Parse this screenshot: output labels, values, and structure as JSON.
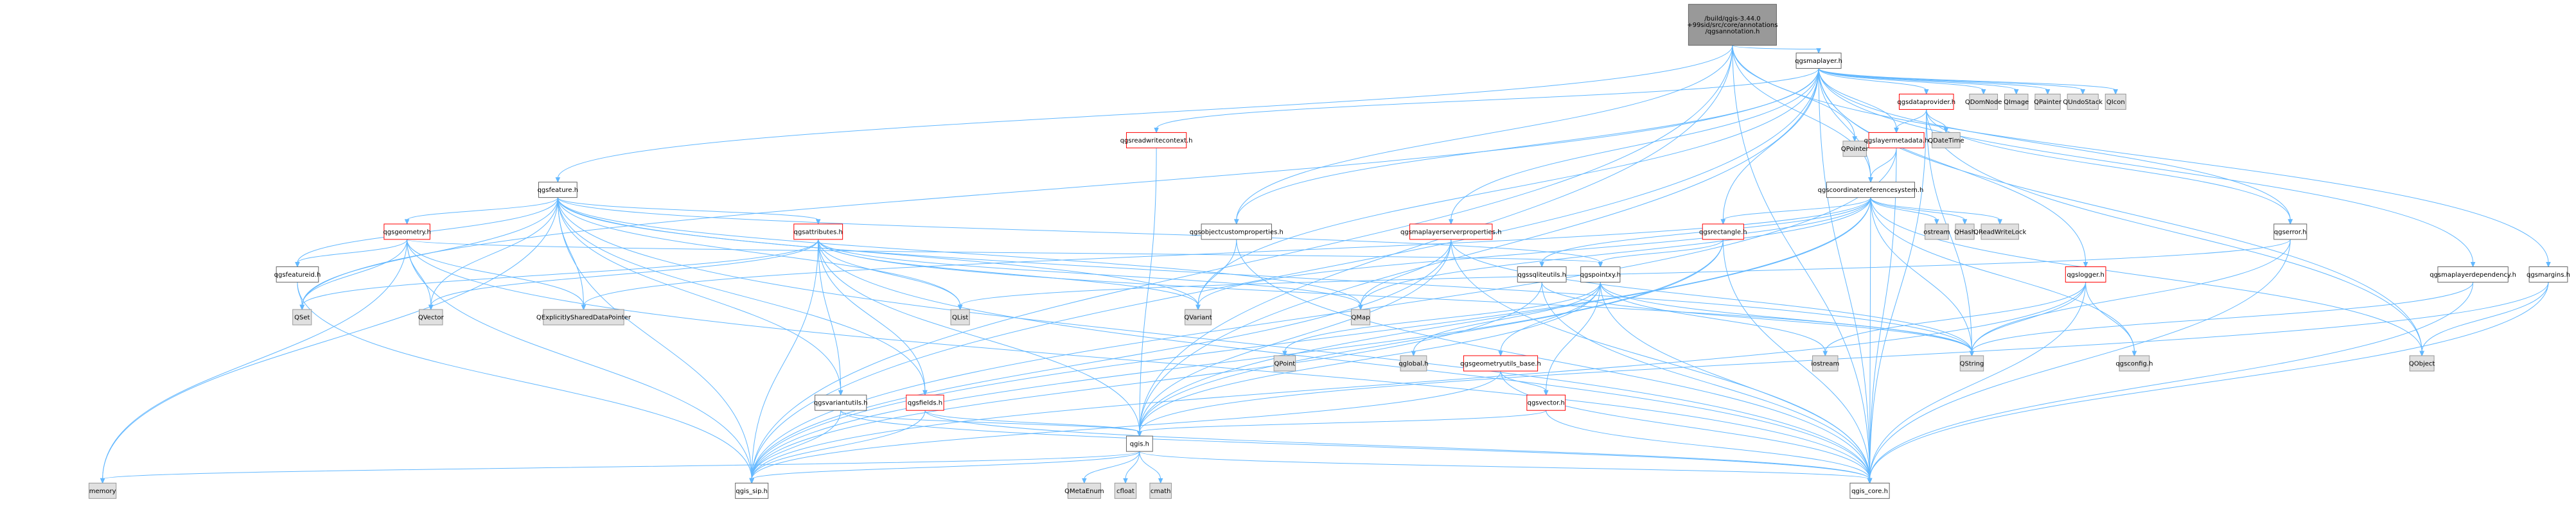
{
  "diagram": {
    "type": "include-dependency-graph",
    "colors": {
      "edge": "#63b8ff",
      "root_fill": "#999999",
      "root_border": "#666666",
      "node_fill": "#ffffff",
      "node_border": "#666666",
      "node_red_border": "#ff0000",
      "external_fill": "#e0e0e0",
      "external_border": "#999999"
    },
    "nodes": [
      {
        "id": "root",
        "lines": [
          "/build/qgis-3.44.0",
          "+99sid/src/core/annotations",
          "/qgsannotation.h"
        ],
        "style": "root"
      },
      {
        "id": "qgsmaplayer",
        "lines": [
          "qgsmaplayer.h"
        ],
        "style": "normal"
      },
      {
        "id": "qpointer",
        "lines": [
          "QPointer"
        ],
        "style": "external"
      },
      {
        "id": "qgsdataprovider",
        "lines": [
          "qgsdataprovider.h"
        ],
        "style": "red"
      },
      {
        "id": "qdomnode",
        "lines": [
          "QDomNode"
        ],
        "style": "external"
      },
      {
        "id": "qimage",
        "lines": [
          "QImage"
        ],
        "style": "external"
      },
      {
        "id": "qpainter",
        "lines": [
          "QPainter"
        ],
        "style": "external"
      },
      {
        "id": "qundostack",
        "lines": [
          "QUndoStack"
        ],
        "style": "external"
      },
      {
        "id": "qicon",
        "lines": [
          "QIcon"
        ],
        "style": "external"
      },
      {
        "id": "qgsreadwritecontext",
        "lines": [
          "qgsreadwritecontext.h"
        ],
        "style": "red"
      },
      {
        "id": "qgslayermetadata",
        "lines": [
          "qgslayermetadata.h"
        ],
        "style": "red"
      },
      {
        "id": "qdatetime",
        "lines": [
          "QDateTime"
        ],
        "style": "external"
      },
      {
        "id": "qgsfeature",
        "lines": [
          "qgsfeature.h"
        ],
        "style": "normal"
      },
      {
        "id": "qgscrs",
        "lines": [
          "qgscoordinatereferencesystem.h"
        ],
        "style": "normal"
      },
      {
        "id": "qgsgeometry",
        "lines": [
          "qgsgeometry.h"
        ],
        "style": "red"
      },
      {
        "id": "qgsattributes",
        "lines": [
          "qgsattributes.h"
        ],
        "style": "red"
      },
      {
        "id": "qgsobjectcustomproperties",
        "lines": [
          "qgsobjectcustomproperties.h"
        ],
        "style": "normal"
      },
      {
        "id": "qgsmaplayerserverproperties",
        "lines": [
          "qgsmaplayerserverproperties.h"
        ],
        "style": "red"
      },
      {
        "id": "qgsrectangle",
        "lines": [
          "qgsrectangle.h"
        ],
        "style": "red"
      },
      {
        "id": "ostream",
        "lines": [
          "ostream"
        ],
        "style": "external"
      },
      {
        "id": "qhash",
        "lines": [
          "QHash"
        ],
        "style": "external"
      },
      {
        "id": "qreadwritelock",
        "lines": [
          "QReadWriteLock"
        ],
        "style": "external"
      },
      {
        "id": "qgserror",
        "lines": [
          "qgserror.h"
        ],
        "style": "normal"
      },
      {
        "id": "qgsmaplayerdependency",
        "lines": [
          "qgsmaplayerdependency.h"
        ],
        "style": "normal"
      },
      {
        "id": "qgsmargins",
        "lines": [
          "qgsmargins.h"
        ],
        "style": "normal"
      },
      {
        "id": "qgsfeatureid",
        "lines": [
          "qgsfeatureid.h"
        ],
        "style": "normal"
      },
      {
        "id": "qvector",
        "lines": [
          "QVector"
        ],
        "style": "external"
      },
      {
        "id": "qexplicitly",
        "lines": [
          "QExplicitlySharedDataPointer"
        ],
        "style": "external"
      },
      {
        "id": "qlist",
        "lines": [
          "QList"
        ],
        "style": "external"
      },
      {
        "id": "qvariant",
        "lines": [
          "QVariant"
        ],
        "style": "external"
      },
      {
        "id": "qmap",
        "lines": [
          "QMap"
        ],
        "style": "external"
      },
      {
        "id": "qgssqliteutils",
        "lines": [
          "qgssqliteutils.h"
        ],
        "style": "normal"
      },
      {
        "id": "qgspointxy",
        "lines": [
          "qgspointxy.h"
        ],
        "style": "normal"
      },
      {
        "id": "qgslogger",
        "lines": [
          "qgslogger.h"
        ],
        "style": "red"
      },
      {
        "id": "qset",
        "lines": [
          "QSet"
        ],
        "style": "external"
      },
      {
        "id": "qpoint",
        "lines": [
          "QPoint"
        ],
        "style": "external"
      },
      {
        "id": "qglobal",
        "lines": [
          "qglobal.h"
        ],
        "style": "external"
      },
      {
        "id": "qgsgeometryutils_base",
        "lines": [
          "qgsgeometryutils_base.h"
        ],
        "style": "red"
      },
      {
        "id": "iostream",
        "lines": [
          "iostream"
        ],
        "style": "external"
      },
      {
        "id": "qstring",
        "lines": [
          "QString"
        ],
        "style": "external"
      },
      {
        "id": "qgsconfig",
        "lines": [
          "qgsconfig.h"
        ],
        "style": "external"
      },
      {
        "id": "qobject",
        "lines": [
          "QObject"
        ],
        "style": "external"
      },
      {
        "id": "qgsvariantutils",
        "lines": [
          "qgsvariantutils.h"
        ],
        "style": "normal"
      },
      {
        "id": "qgsfields",
        "lines": [
          "qgsfields.h"
        ],
        "style": "red"
      },
      {
        "id": "qgsvector",
        "lines": [
          "qgsvector.h"
        ],
        "style": "red"
      },
      {
        "id": "qgis",
        "lines": [
          "qgis.h"
        ],
        "style": "normal"
      },
      {
        "id": "memory",
        "lines": [
          "memory"
        ],
        "style": "external"
      },
      {
        "id": "qgis_sip",
        "lines": [
          "qgis_sip.h"
        ],
        "style": "normal"
      },
      {
        "id": "qmetaenum",
        "lines": [
          "QMetaEnum"
        ],
        "style": "external"
      },
      {
        "id": "cfloat",
        "lines": [
          "cfloat"
        ],
        "style": "external"
      },
      {
        "id": "cmath",
        "lines": [
          "cmath"
        ],
        "style": "external"
      },
      {
        "id": "qgis_core",
        "lines": [
          "qgis_core.h"
        ],
        "style": "normal"
      }
    ]
  }
}
